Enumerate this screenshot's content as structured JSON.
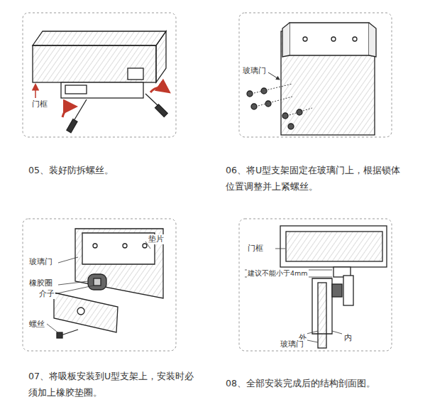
{
  "diagram": {
    "labels": [
      "门框",
      "05、装好防拆螺丝。",
      "玻璃门",
      "06、将U型支架固定在玻璃门上，根据锁体位置调整并上紧螺丝。",
      "垫片",
      "玻璃门",
      "橡胶圈",
      "介子",
      "螺丝",
      "07、将吸板安装到U型支架上，安装时必须加上橡胶垫圈。",
      "门框",
      "建议不能小于4mm",
      "外",
      "内",
      "玻璃门",
      "08、全部安装完成后的结构剖面图。"
    ]
  }
}
